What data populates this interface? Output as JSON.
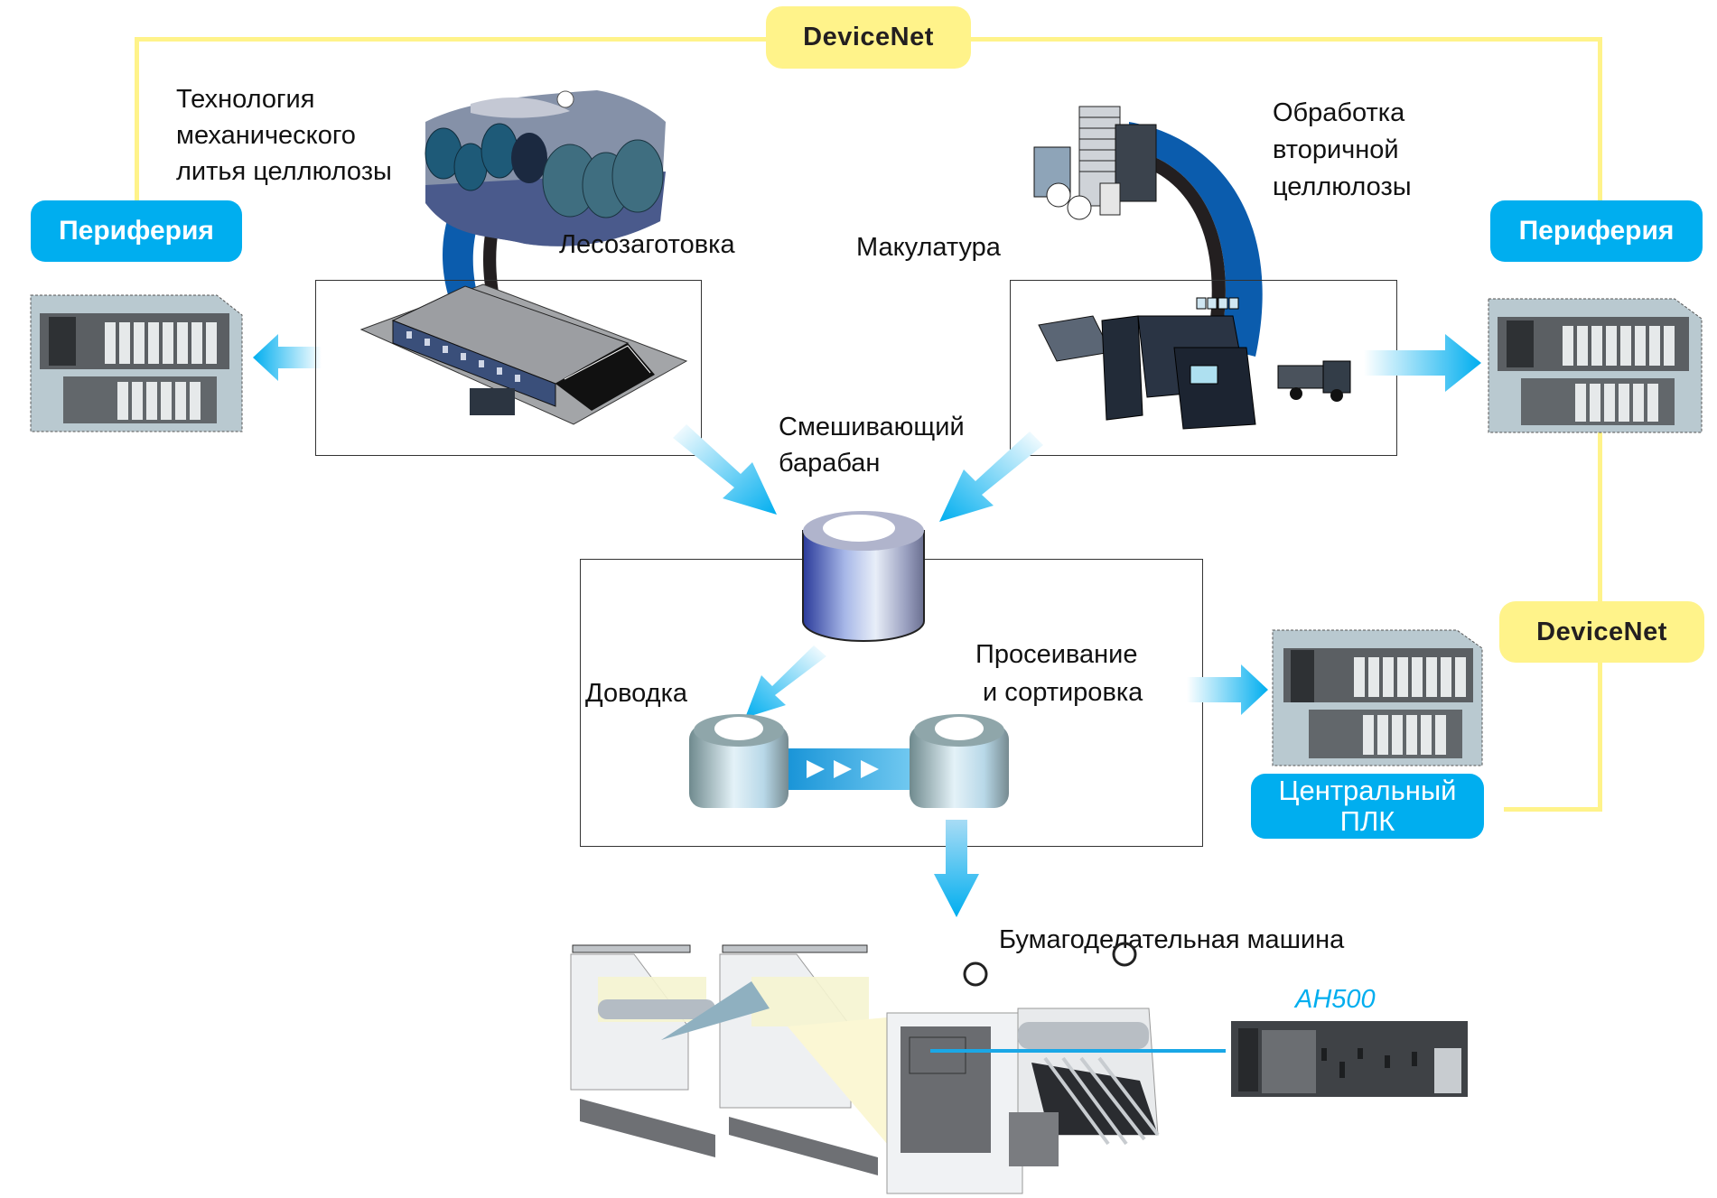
{
  "network": {
    "top_bus_label": "DeviceNet",
    "right_bus_label": "DeviceNet",
    "bus_color": "#fff38a",
    "accent_color": "#00aeef"
  },
  "left_station": {
    "label": "Периферия",
    "device": "plc-rack-icon"
  },
  "right_station": {
    "label": "Периферия",
    "device": "plc-rack-icon"
  },
  "central_station": {
    "label_line1": "Центральный",
    "label_line2": "ПЛК",
    "device": "plc-rack-icon"
  },
  "mechanical_pulp": {
    "title_line1": "Технология",
    "title_line2": "механического",
    "title_line3": "литья целлюлозы",
    "source_label": "Лесозаготовка",
    "source_icon": "forest-icon",
    "plant_icon": "pulp-mill-icon"
  },
  "recycled_pulp": {
    "title_line1": "Обработка",
    "title_line2": "вторичной",
    "title_line3": "целлюлозы",
    "source_label": "Макулатура",
    "source_icon": "waste-paper-icon",
    "plant_icon": "recycling-plant-icon"
  },
  "process": {
    "mixing_line1": "Смешивающий",
    "mixing_line2": "барабан",
    "refining_label": "Доводка",
    "screening_line1": "Просеивание",
    "screening_line2": "и сортировка",
    "paper_machine_label": "Бумагоделательная машина",
    "controller_label": "AH500"
  }
}
